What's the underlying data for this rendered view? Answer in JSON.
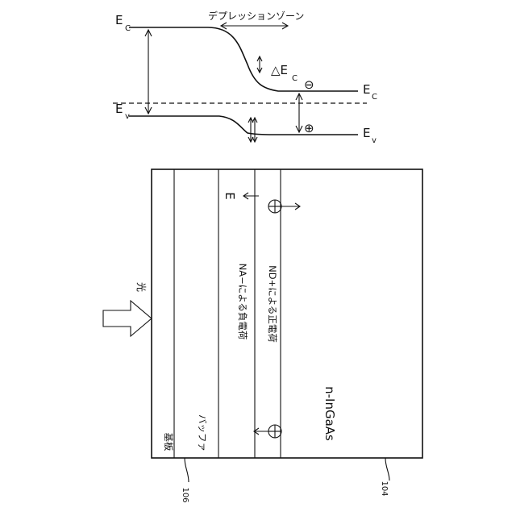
{
  "band_diagram": {
    "depletion_label": "デプレッションゾーン",
    "ec_left": "E",
    "ec_left_sub": "C",
    "ev_left": "E",
    "ev_left_sub": "v",
    "delta_ec": "△E",
    "delta_ec_sub": "C",
    "ec_right": "E",
    "ec_right_sub": "C",
    "ev_right": "E",
    "ev_right_sub": "v",
    "minus_sign": "⊖",
    "plus_sign": "⊕"
  },
  "device": {
    "light_label": "光",
    "field_label": "E",
    "substrate_label": "基板",
    "buffer_label": "バッファ",
    "negative_charge_label": "NA−による負電荷",
    "positive_charge_label": "ND+による正電荷",
    "active_layer_label": "n-InGaAs",
    "ref_106": "106",
    "ref_104": "104"
  }
}
